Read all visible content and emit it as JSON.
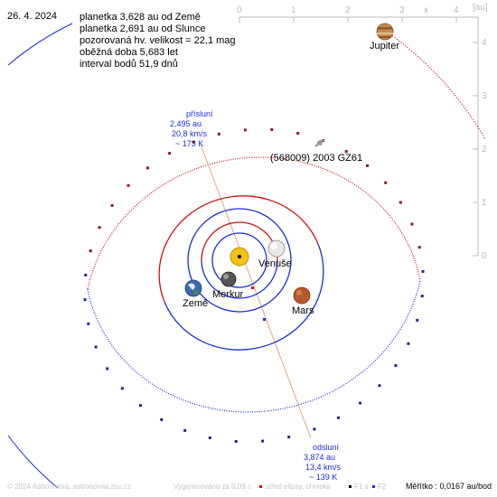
{
  "header": {
    "date": "26. 4. 2024",
    "info_lines": [
      "planetka 3,628 au od Země",
      "planetka 2,691 au od Slunce",
      "pozorovaná hv. velikost = 22,1 mag",
      "oběžná doba 5,683 let",
      "interval bodů 51,9 dnů"
    ]
  },
  "axes": {
    "x_ticks": [
      "0",
      "1",
      "2",
      "3",
      "4"
    ],
    "y_ticks": [
      "4",
      "3",
      "2",
      "1",
      "0"
    ],
    "x_label": "x",
    "unit_label": "[au]"
  },
  "bodies": {
    "jupiter": "Jupiter",
    "venuse": "Venuše",
    "merkur": "Merkur",
    "zeme": "Země",
    "mars": "Mars",
    "asteroid": "(568009) 2003 GZ61"
  },
  "perihelion": [
    "přísluní",
    "2,495 au",
    "20,8 km/s",
    "~ 173 K"
  ],
  "aphelion": [
    "odsluní",
    "3,874 au",
    "13,4 km/s",
    "~ 139 K"
  ],
  "footer": {
    "copyright": "© 2024 Astronomia, astronomia.zcu.cz",
    "generated": "Vygenerováno za 0,09 s",
    "legend_center": "střed elipsy, ohniska",
    "legend_f1": "F1 a",
    "legend_f2": "F2",
    "scale": "Měřítko : 0,0167 au/bod"
  },
  "colors": {
    "sun": "#f4c216",
    "orbit_red": "#cc1111",
    "orbit_blue": "#1a2fd0",
    "axis": "#bbbbbb",
    "apsis_line": "#e8a080"
  }
}
